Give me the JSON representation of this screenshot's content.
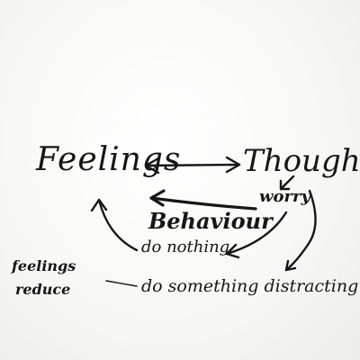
{
  "diagram": {
    "nodes": {
      "feelings": "Feelings",
      "thoughts": "Thoughts",
      "worry": "worry",
      "behaviour": "Behaviour",
      "do_nothing": "do nothing",
      "do_something": "do something distracting",
      "feelings_reduce_line1": "feelings",
      "feelings_reduce_line2": "reduce"
    },
    "edges": [
      {
        "from": "feelings",
        "to": "thoughts",
        "style": "double-headed"
      },
      {
        "from": "worry",
        "to": "feelings",
        "style": "bold"
      },
      {
        "from": "thoughts",
        "to": "worry"
      },
      {
        "from": "worry",
        "to": "do_nothing"
      },
      {
        "from": "thoughts",
        "to": "do_something"
      },
      {
        "from": "do_nothing",
        "to": "feelings"
      },
      {
        "from": "do_something",
        "to": "feelings_reduce",
        "style": "thin"
      }
    ],
    "ink_color": "#161616",
    "board_color": "#f7f7f5"
  }
}
